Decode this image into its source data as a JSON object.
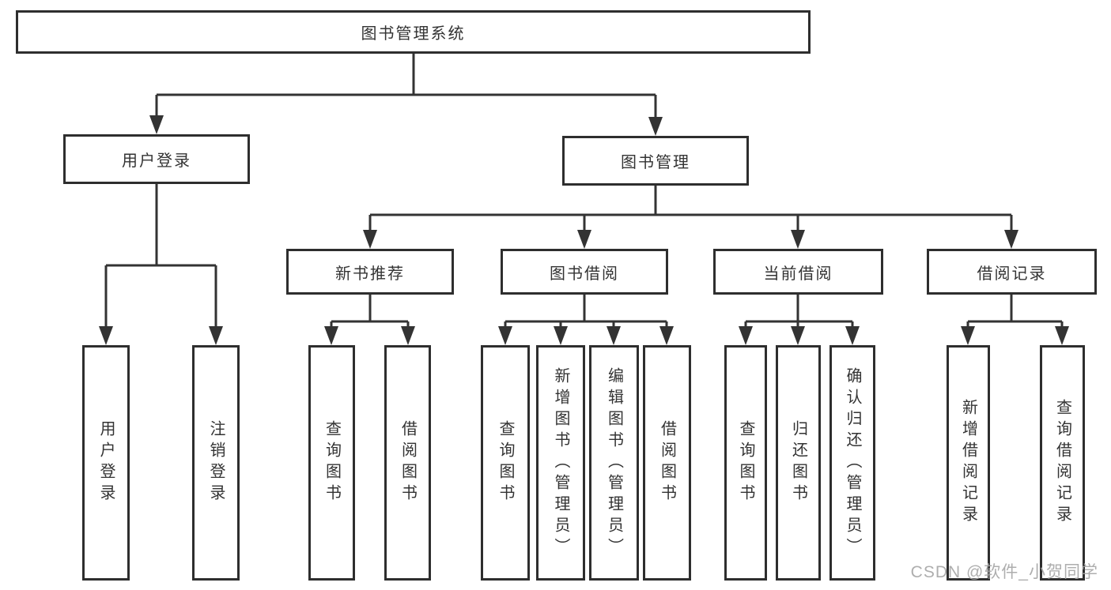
{
  "diagram_type": "hierarchy-tree",
  "tree": {
    "label": "图书管理系统",
    "children": [
      {
        "label": "用户登录",
        "children": [
          {
            "label": "用户登录"
          },
          {
            "label": "注销登录"
          }
        ]
      },
      {
        "label": "图书管理",
        "children": [
          {
            "label": "新书推荐",
            "children": [
              {
                "label": "查询图书"
              },
              {
                "label": "借阅图书"
              }
            ]
          },
          {
            "label": "图书借阅",
            "children": [
              {
                "label": "查询图书"
              },
              {
                "label": "新增图书（管理员）"
              },
              {
                "label": "编辑图书（管理员）"
              },
              {
                "label": "借阅图书"
              }
            ]
          },
          {
            "label": "当前借阅",
            "children": [
              {
                "label": "查询图书"
              },
              {
                "label": "归还图书"
              },
              {
                "label": "确认归还（管理员）"
              }
            ]
          },
          {
            "label": "借阅记录",
            "children": [
              {
                "label": "新增借阅记录"
              },
              {
                "label": "查询借阅记录"
              }
            ]
          }
        ]
      }
    ]
  },
  "watermark": {
    "text": "CSDN @软件_小贺同学",
    "color": "#a5a5a5"
  },
  "colors": {
    "background": "#ffffff",
    "box_border": "#2e2e2e",
    "line": "#333333",
    "text": "#333333"
  }
}
